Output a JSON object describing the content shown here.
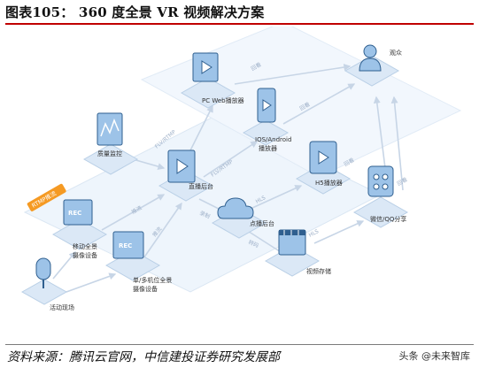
{
  "figure": {
    "title": "图表105：  360 度全景 VR 视频解决方案",
    "source": "资料来源：腾讯云官网，中信建投证券研究发展部",
    "watermark": "头条 @未来智库"
  },
  "nodes": {
    "audience": "观众",
    "pc_player": "PC Web播放器",
    "ios_player": "IOS/Android 播放器",
    "h5_player": "H5播放器",
    "wechat": "微信/QQ分享",
    "quality": "质量监控",
    "live_backend": "直播后台",
    "vod_backend": "点播后台",
    "storage": "视频存储",
    "mobile_device": "移动全景 摄像设备",
    "multi_device": "单/多机位全景 摄像设备",
    "event_site": "活动现场"
  },
  "flows": {
    "rtmp_tag": "RTMP推流",
    "flv_rtmp_1": "FLV/RTMP",
    "flv_rtmp_2": "FLV/RTMP",
    "hls": "HLS",
    "recording": "录制",
    "transcode": "转码",
    "push_1": "推流",
    "push_2": "推流",
    "play_1": "回看",
    "play_2": "回看",
    "play_3": "回看",
    "play_4": "回看"
  },
  "icons": {
    "audience": "person-icon",
    "pc_player": "monitor-play-icon",
    "ios_player": "phone-play-icon",
    "h5_player": "tablet-play-icon",
    "wechat": "share-icon",
    "quality": "chart-monitor-icon",
    "live_backend": "server-play-icon",
    "vod_backend": "cloud-icon",
    "storage": "film-storage-icon",
    "mobile_device": "rec-camera-icon",
    "multi_device": "rec-camera-icon",
    "event_site": "microphone-icon"
  },
  "colors": {
    "accent": "#c00000",
    "panel": "#e9f2fb",
    "panel_edge": "#cfe0f1",
    "icon_face": "#9dc3e8",
    "icon_stroke": "#2f5f8f",
    "flow_line": "#c7d5e6",
    "rtmp_tag": "#f59a23"
  }
}
